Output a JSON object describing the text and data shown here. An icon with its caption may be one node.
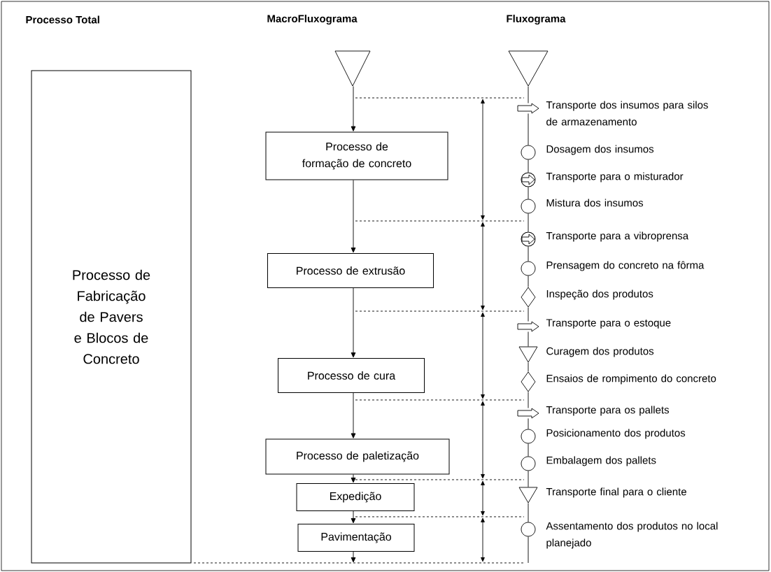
{
  "diagram": {
    "nodes": [
      {
        "text": [
          "Processo de Fabricação de Pavers e Blocos de Concreto"
        ]
      },
      {
        "text": [],
        "shape": "triangle"
      },
      {
        "text": [
          "Processo de formação de concreto"
        ]
      },
      {
        "text": [
          "Processo de extrusão"
        ]
      },
      {
        "text": [
          "Processo de cura"
        ]
      },
      {
        "text": [
          "Processo de paletização"
        ]
      },
      {
        "text": [
          "Expedição"
        ]
      },
      {
        "text": [
          "Pavimentação"
        ]
      },
      {
        "text": [],
        "shape": "triangle"
      },
      {
        "text": [],
        "shape": "arrow",
        "beside": [
          "Transporte dos insumos para silos de armazenamento"
        ]
      },
      {
        "text": [],
        "shape": "circle",
        "beside": [
          "Dosagem dos insumos"
        ]
      },
      {
        "text": [],
        "shape": "circle-arrow",
        "beside": [
          "Transporte para o misturador"
        ]
      },
      {
        "text": [],
        "shape": "circle",
        "beside": [
          "Mistura dos insumos"
        ]
      },
      {
        "text": [],
        "shape": "circle-arrow",
        "beside": [
          "Transporte para a vibroprensa"
        ]
      },
      {
        "text": [],
        "shape": "circle",
        "beside": [
          "Prensagem do concreto na fôrma"
        ]
      },
      {
        "text": [],
        "shape": "diamond",
        "beside": [
          "Inspeção dos produtos"
        ]
      },
      {
        "text": [],
        "shape": "arrow",
        "beside": [
          "Transporte para o estoque"
        ]
      },
      {
        "text": [],
        "shape": "triangle",
        "beside": [
          "Curagem dos produtos"
        ]
      },
      {
        "text": [],
        "shape": "diamond",
        "beside": [
          "Ensaios de rompimento do concreto"
        ]
      },
      {
        "text": [],
        "shape": "arrow",
        "beside": [
          "Transporte para os pallets"
        ]
      },
      {
        "text": [],
        "shape": "circle",
        "beside": [
          "Posicionamento dos produtos"
        ]
      },
      {
        "text": [],
        "shape": "circle",
        "beside": [
          "Embalagem dos pallets"
        ]
      },
      {
        "text": [],
        "shape": "triangle",
        "beside": [
          "Transporte final para o cliente"
        ]
      },
      {
        "text": [],
        "shape": "circle",
        "beside": [
          "Assentamento dos produtos no local planejado"
        ]
      }
    ],
    "edges": [
      {
        "from": 1,
        "to": 2,
        "arrow": "to"
      },
      {
        "from": 2,
        "to": 3,
        "arrow": "to"
      },
      {
        "from": 3,
        "to": 4,
        "arrow": "to"
      },
      {
        "from": 4,
        "to": 5,
        "arrow": "to"
      },
      {
        "from": 5,
        "to": 6,
        "arrow": "to"
      },
      {
        "from": 6,
        "to": 7,
        "arrow": "to"
      },
      {
        "from": 7,
        "to": null,
        "arrow": "to"
      },
      {
        "from": 8,
        "to": 9,
        "arrow": "none"
      },
      {
        "from": 9,
        "to": 10,
        "arrow": "none"
      },
      {
        "from": 10,
        "to": 11,
        "arrow": "none"
      },
      {
        "from": 11,
        "to": 12,
        "arrow": "none"
      },
      {
        "from": 12,
        "to": 13,
        "arrow": "none"
      },
      {
        "from": 13,
        "to": 14,
        "arrow": "none"
      },
      {
        "from": 14,
        "to": 15,
        "arrow": "none"
      },
      {
        "from": 15,
        "to": 16,
        "arrow": "none"
      },
      {
        "from": 16,
        "to": 17,
        "arrow": "none"
      },
      {
        "from": 17,
        "to": 18,
        "arrow": "none"
      },
      {
        "from": 18,
        "to": 19,
        "arrow": "none"
      },
      {
        "from": 19,
        "to": 20,
        "arrow": "none"
      },
      {
        "from": 20,
        "to": 21,
        "arrow": "none"
      },
      {
        "from": 21,
        "to": 22,
        "arrow": "none"
      },
      {
        "from": 22,
        "to": 23,
        "arrow": "none"
      },
      {
        "from": 23,
        "to": null,
        "arrow": "none"
      }
    ],
    "labels": [
      "Processo Total",
      "MacroFluxograma",
      "Fluxograma"
    ]
  }
}
